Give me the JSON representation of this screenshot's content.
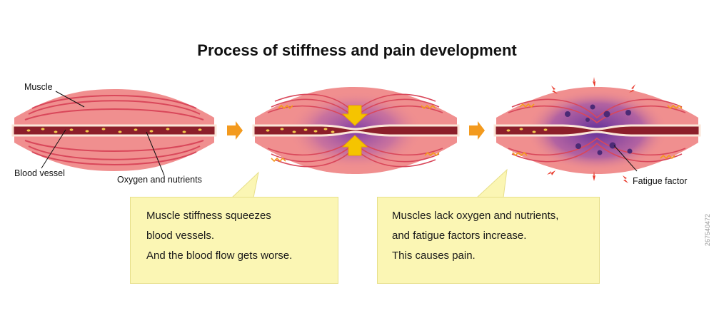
{
  "title": "Process of stiffness and pain development",
  "labels": {
    "muscle": "Muscle",
    "blood_vessel": "Blood vessel",
    "oxygen": "Oxygen and nutrients",
    "fatigue": "Fatigue factor"
  },
  "boxes": [
    {
      "lines": [
        "Muscle stiffness squeezes",
        "blood vessels.",
        "And the blood flow gets worse."
      ]
    },
    {
      "lines": [
        "Muscles lack oxygen and nutrients,",
        "and fatigue factors increase.",
        "This causes pain."
      ]
    }
  ],
  "watermark": "267540472",
  "colors": {
    "muscle": "#f08f8f",
    "muscle_fiber": "#d9475a",
    "vessel": "#8c1f2a",
    "vessel_wall": "#fbe6d8",
    "nutrient": "#f2c94c",
    "squeeze_arrow": "#f5c400",
    "flow_arrow": "#f39a1e",
    "stiff_zone": "#6b2fa8",
    "fatigue": "#4b2a75",
    "pain": "#e8392b",
    "box": "#fbf6b4"
  }
}
